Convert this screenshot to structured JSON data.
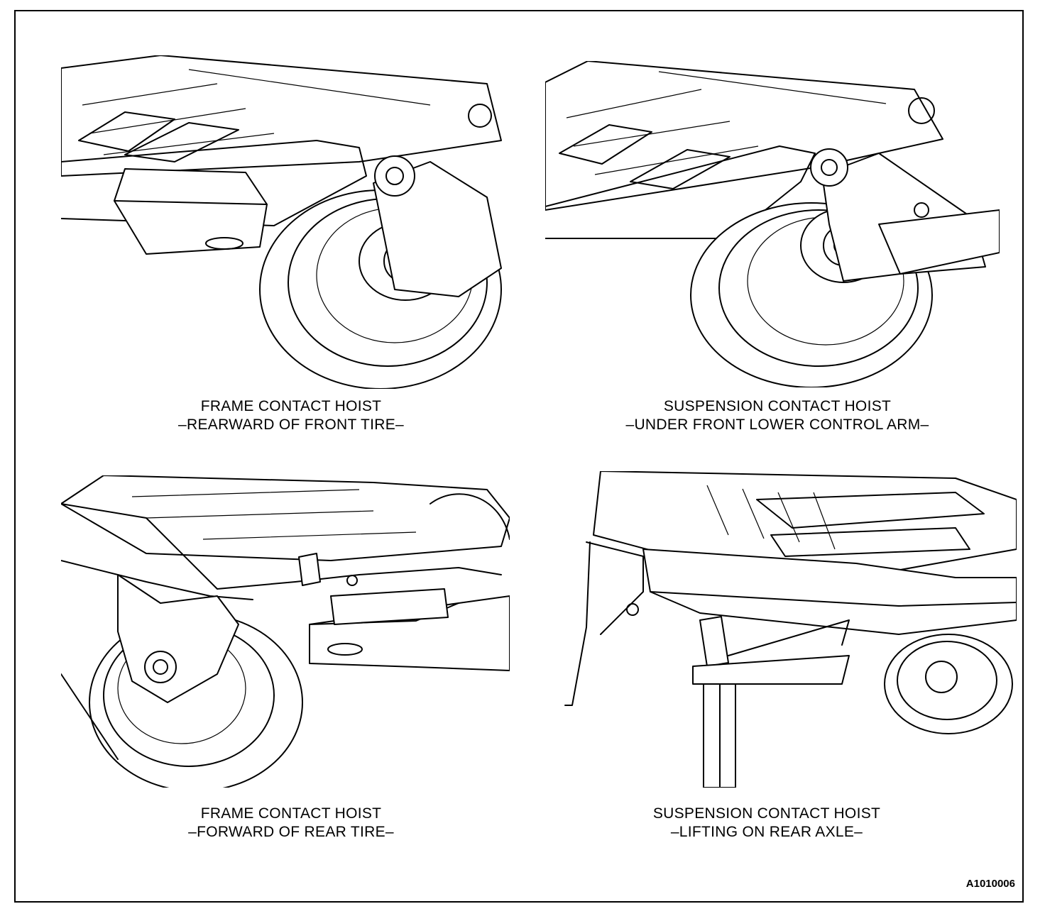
{
  "figure_id": "A1010006",
  "panels": [
    {
      "line1": "FRAME CONTACT HOIST",
      "line2": "–REARWARD OF FRONT TIRE–"
    },
    {
      "line1": "SUSPENSION CONTACT HOIST",
      "line2": "–UNDER FRONT LOWER CONTROL ARM–"
    },
    {
      "line1": "FRAME CONTACT HOIST",
      "line2": "–FORWARD OF REAR TIRE–"
    },
    {
      "line1": "SUSPENSION CONTACT HOIST",
      "line2": "–LIFTING ON REAR AXLE–"
    }
  ]
}
